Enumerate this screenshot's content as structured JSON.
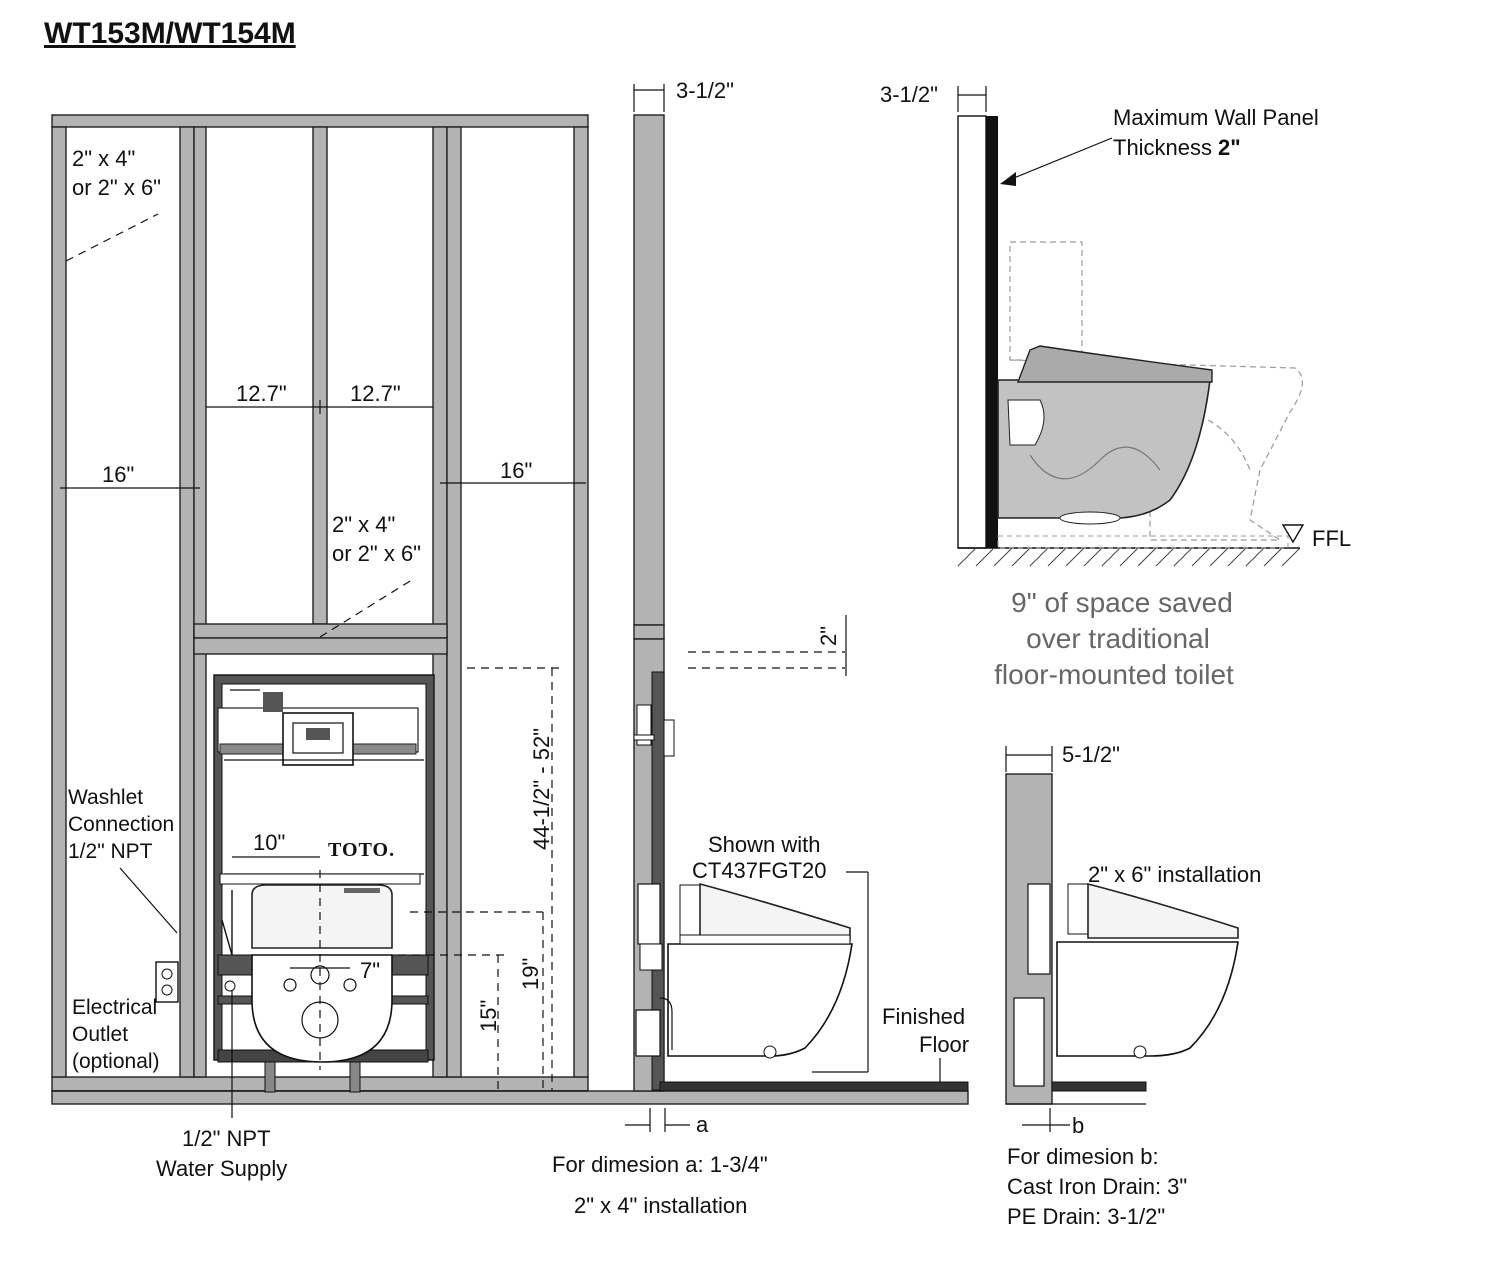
{
  "title": "WT153M/WT154M",
  "front_view": {
    "lumber_label_top": [
      "2\" x 4\"",
      "or 2\" x 6\""
    ],
    "lumber_label_mid": [
      "2\" x 4\"",
      "or 2\" x 6\""
    ],
    "dim_stud_gap_left": "12.7\"",
    "dim_stud_gap_right": "12.7\"",
    "dim_spacing_left": "16\"",
    "dim_spacing_right": "16\"",
    "dim_flush_height": "44-1/2\" - 52\"",
    "dim_19": "19\"",
    "dim_15": "15\"",
    "dim_10": "10\"",
    "dim_7": "7\"",
    "brand": "TOTO.",
    "washlet_connection": [
      "Washlet",
      "Connection",
      "1/2\" NPT"
    ],
    "electrical_outlet": [
      "Electrical",
      "Outlet",
      "(optional)"
    ],
    "water_supply": [
      "1/2\" NPT",
      "Water Supply"
    ]
  },
  "side_view_2x4": {
    "dim_wall": "3-1/2\"",
    "dim_2": "2\"",
    "shown_with": [
      "Shown with",
      "CT437FGT20"
    ],
    "finished_floor": [
      "Finished",
      "Floor"
    ],
    "dim_a": "a",
    "caption_a": "For dimesion a: 1-3/4\"",
    "caption_install": "2\" x 4\" installation"
  },
  "comparison_view": {
    "dim_wall": "3-1/2\"",
    "panel_label": "Maximum Wall Panel",
    "panel_label_2": "Thickness",
    "panel_value": "2\"",
    "ffl": "FFL",
    "savings": [
      "9\" of space saved",
      "over traditional",
      "floor-mounted toilet"
    ]
  },
  "side_view_2x6": {
    "dim_wall": "5-1/2\"",
    "install_label": "2\" x 6\" installation",
    "dim_b": "b",
    "caption_b": [
      "For dimesion b:",
      "Cast Iron Drain: 3\"",
      "PE Drain: 3-1/2\""
    ]
  },
  "colors": {
    "stud_fill": "#b3b3b3",
    "bowl_fill": "#c2c2c2",
    "line": "#111111",
    "savings_text": "#666666"
  }
}
